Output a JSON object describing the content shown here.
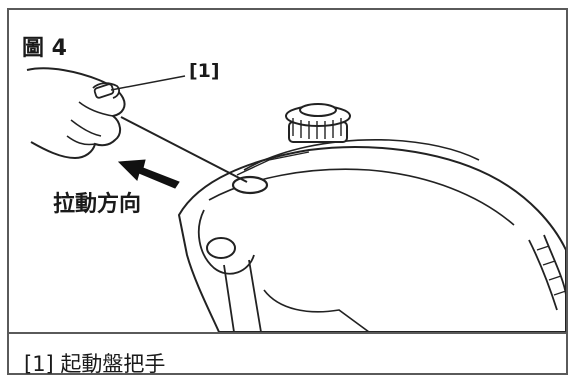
{
  "figure": {
    "title": "圖 4",
    "callout": "[1]",
    "direction_label": "拉動方向",
    "caption": "[1] 起動盤把手"
  }
}
